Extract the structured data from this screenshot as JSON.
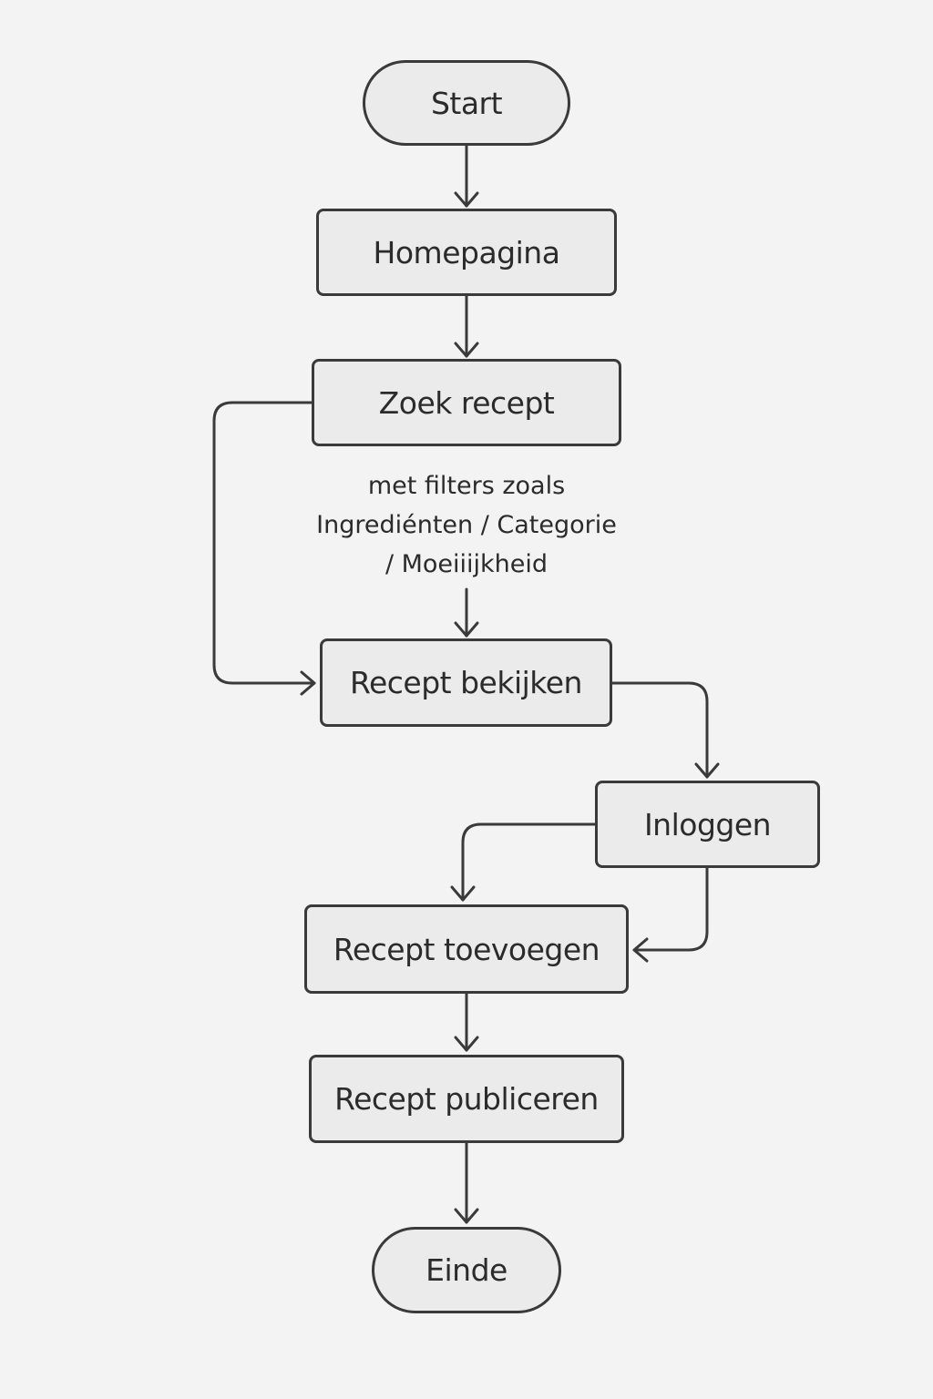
{
  "nodes": {
    "start": "Start",
    "homepage": "Homepagina",
    "search": "Zoek recept",
    "view": "Recept bekijken",
    "login": "Inloggen",
    "add": "Recept toevoegen",
    "publish": "Recept publiceren",
    "end": "Einde"
  },
  "annotation": {
    "line1": "met filters zoals",
    "line2": "Ingrediénten / Categorie",
    "line3": "/ Moeiiijkheid"
  },
  "colors": {
    "background": "#f3f3f3",
    "node_fill": "#ebebeb",
    "stroke": "#3a3a3a",
    "text": "#2b2b2b"
  }
}
